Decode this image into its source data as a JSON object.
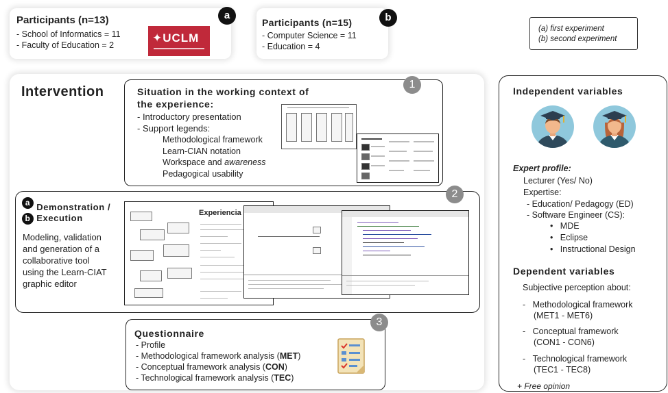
{
  "participants_a": {
    "title": "Participants (n=13)",
    "items": [
      "- School of Informatics = 11",
      "- Faculty of Education = 2"
    ],
    "badge": "a",
    "logo_text": "✦UCLM",
    "logo_color": "#c0293a"
  },
  "participants_b": {
    "title": "Participants (n=15)",
    "items": [
      "- Computer Science = 11",
      "- Education = 4"
    ],
    "badge": "b"
  },
  "legend": {
    "lines": [
      "(a) first experiment",
      "(b) second experiment"
    ]
  },
  "intervention": {
    "title": "Intervention",
    "situation": {
      "number": "1",
      "title_lines": [
        "Situation in the working context of",
        "the experience:"
      ],
      "items": [
        "-  Introductory presentation",
        "-  Support legends:"
      ],
      "subitems": [
        "Methodological framework",
        "Learn-CIAN notation",
        "Workspace and",
        "awareness",
        "Pedagogical usability"
      ]
    },
    "demo": {
      "number": "2",
      "badge_a": "a",
      "badge_b": "b",
      "title_line1": "Demonstration /",
      "title_line2": "Execution",
      "description": [
        "Modeling, validation",
        "and generation of a",
        "collaborative tool",
        "using the Learn-CIAT",
        "graphic editor"
      ],
      "screenshot_heading": "Experiencia Le"
    },
    "questionnaire": {
      "number": "3",
      "title": "Questionnaire",
      "items": [
        {
          "prefix": "-  Profile",
          "bold": "",
          "suffix": ""
        },
        {
          "prefix": "-  Methodological framework analysis (",
          "bold": "MET",
          "suffix": ")"
        },
        {
          "prefix": "-  Conceptual framework analysis (",
          "bold": "CON",
          "suffix": ")"
        },
        {
          "prefix": "-  Technological framework analysis (",
          "bold": "TEC",
          "suffix": ")"
        }
      ]
    }
  },
  "variables": {
    "independent_title": "Independent variables",
    "expert_profile_title": "Expert profile:",
    "lecturer": "Lecturer (Yes/ No)",
    "expertise": "Expertise:",
    "expertise_items": [
      "-  Education/ Pedagogy (ED)",
      "-  Software Engineer (CS):"
    ],
    "cs_items": [
      "MDE",
      "Eclipse",
      "Instructional Design"
    ],
    "dependent_title": "Dependent variables",
    "subjective": "Subjective perception about:",
    "dependent_items": [
      {
        "line1": "Methodological framework",
        "line2": "(MET1 - MET6)"
      },
      {
        "line1": "Conceptual framework",
        "line2": "(CON1 - CON6)"
      },
      {
        "line1": "Technological framework",
        "line2": "(TEC1 - TEC8)"
      }
    ],
    "free_opinion": "+ Free opinion"
  }
}
